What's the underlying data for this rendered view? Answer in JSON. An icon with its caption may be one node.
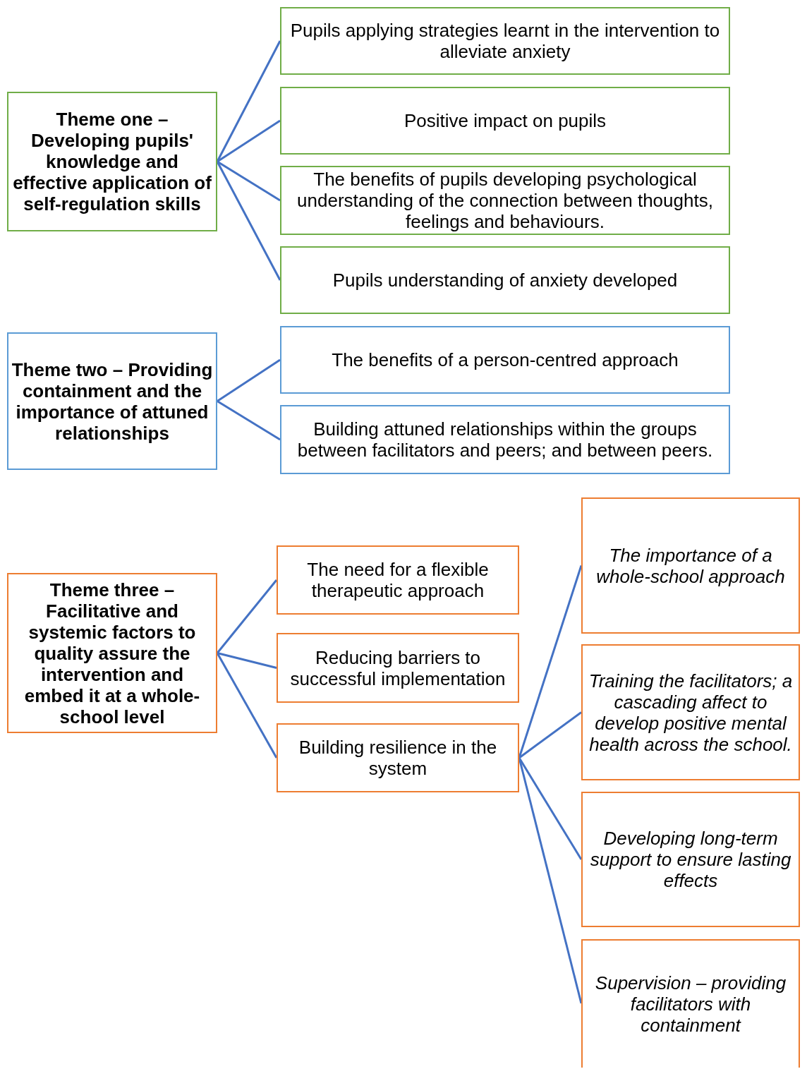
{
  "diagram": {
    "nodes": [
      {
        "text": [
          "Theme one – Developing pupils' knowledge and effective application of self-regulation skills"
        ]
      },
      {
        "text": [
          "Pupils applying strategies learnt in the intervention to alleviate anxiety"
        ]
      },
      {
        "text": [
          "Positive impact on pupils"
        ]
      },
      {
        "text": [
          "The benefits of pupils developing psychological understanding of the connection between thoughts, feelings and behaviours."
        ]
      },
      {
        "text": [
          "Pupils understanding of anxiety developed"
        ]
      },
      {
        "text": [
          "Theme two – Providing containment and the importance of attuned relationships"
        ]
      },
      {
        "text": [
          "The benefits of a person-centred approach"
        ]
      },
      {
        "text": [
          "Building attuned relationships within the groups between facilitators and peers; and between peers."
        ]
      },
      {
        "text": [
          "Theme three – Facilitative and systemic factors to quality assure the intervention and embed it at a whole-school level"
        ]
      },
      {
        "text": [
          "The need for a flexible therapeutic approach"
        ]
      },
      {
        "text": [
          "Reducing barriers to successful implementation"
        ]
      },
      {
        "text": [
          "Building resilience in the system"
        ]
      },
      {
        "text": [
          "The importance of a whole-school approach"
        ]
      },
      {
        "text": [
          "Training the facilitators; a cascading affect to develop positive mental health across the school."
        ]
      },
      {
        "text": [
          "Developing long-term support to ensure lasting effects"
        ]
      },
      {
        "text": [
          "Supervision – providing facilitators with containment"
        ]
      }
    ],
    "edges": [
      {
        "from": 0,
        "to": 1,
        "arrow": "none"
      },
      {
        "from": 0,
        "to": 2,
        "arrow": "none"
      },
      {
        "from": 0,
        "to": 3,
        "arrow": "none"
      },
      {
        "from": 0,
        "to": 4,
        "arrow": "none"
      },
      {
        "from": 5,
        "to": 6,
        "arrow": "none"
      },
      {
        "from": 5,
        "to": 7,
        "arrow": "none"
      },
      {
        "from": 8,
        "to": 9,
        "arrow": "none"
      },
      {
        "from": 8,
        "to": 10,
        "arrow": "none"
      },
      {
        "from": 8,
        "to": 11,
        "arrow": "none"
      },
      {
        "from": 11,
        "to": 12,
        "arrow": "none"
      },
      {
        "from": 11,
        "to": 13,
        "arrow": "none"
      },
      {
        "from": 11,
        "to": 14,
        "arrow": "none"
      },
      {
        "from": 11,
        "to": 15,
        "arrow": "none"
      }
    ]
  }
}
